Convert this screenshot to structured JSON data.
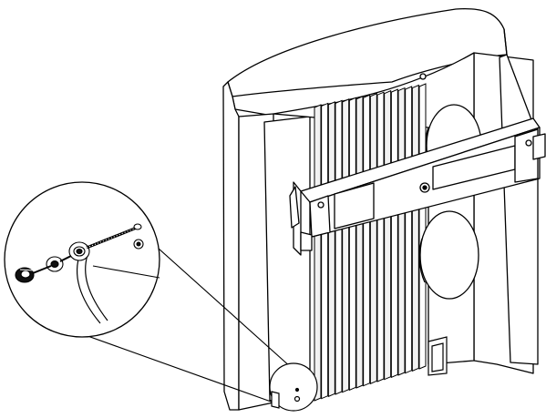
{
  "diagram": {
    "kind": "technical-line-drawing",
    "stroke_color": "#000000",
    "fill_color": "#ffffff",
    "shade_color": "#dcdcdc",
    "parts": [
      {
        "name": "inverter-enclosure"
      },
      {
        "name": "heat-sink-fins"
      },
      {
        "name": "cooling-fan-upper"
      },
      {
        "name": "cooling-fan-lower"
      },
      {
        "name": "wall-mounting-bracket"
      },
      {
        "name": "grounding-screw-detail"
      }
    ],
    "heat_sink": {
      "fin_count": 16
    },
    "detail_view": {
      "shape": "circle",
      "components": [
        "screw-head",
        "spring-washer",
        "flat-washer",
        "cable-ring-terminal",
        "threaded-bolt",
        "nut"
      ]
    }
  }
}
